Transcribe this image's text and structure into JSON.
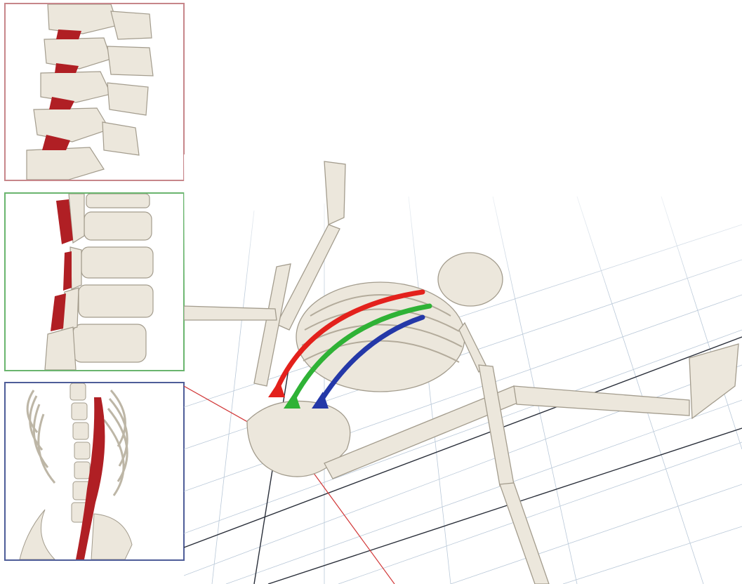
{
  "image": {
    "subject": "skeleton-spine-illustration",
    "colors": {
      "background": "#ffffff",
      "bone": "#ece7dc",
      "bone_shade": "#cfc8b8",
      "tissue_red": "#b01f24",
      "frame_red": "#c7868a",
      "frame_green": "#6ab56e",
      "frame_blue": "#4e5d98",
      "arrow_red": "#e3211c",
      "arrow_green": "#2fb236",
      "arrow_blue": "#2438a8",
      "grid_light": "#b9c8d8",
      "grid_dark": "#2a2f3a",
      "grid_accent": "#d23a3a"
    },
    "icons": [
      "intervertebral-disc-closeup",
      "facet-joint-closeup",
      "erector-muscle-closeup",
      "reclined-skeleton",
      "spinal-curve-arrows"
    ]
  }
}
